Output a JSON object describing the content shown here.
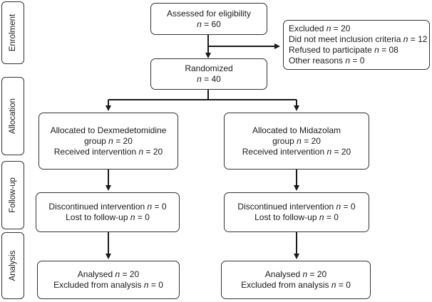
{
  "stages": {
    "enrolment": "Enrolment",
    "allocation": "Allocation",
    "follow_up": "Follow-up",
    "analysis": "Analysis"
  },
  "assessed": {
    "label": "Assessed for eligibility",
    "n_prefix": "n",
    "n_value": "= 60"
  },
  "excluded": {
    "title_label": "Excluded",
    "title_value": "= 20",
    "lines": [
      {
        "label": "Did not meet inclusion criteria",
        "value": "= 12"
      },
      {
        "label": "Refused to participate",
        "value": "= 08"
      },
      {
        "label": "Other reasons",
        "value": "= 0"
      }
    ]
  },
  "randomized": {
    "label": "Randomized",
    "n_value": "= 40"
  },
  "arm_dex": {
    "line1": "Allocated to Dexmedetomidine",
    "line2_label": "group",
    "line2_value": "= 20",
    "line3_label": "Received intervention",
    "line3_value": "= 20",
    "followup_line1_label": "Discontinued intervention",
    "followup_line1_value": "= 0",
    "followup_line2_label": "Lost to follow-up",
    "followup_line2_value": "= 0",
    "analysis_line1_label": "Analysed",
    "analysis_line1_value": "= 20",
    "analysis_line2_label": "Excluded from analysis",
    "analysis_line2_value": "= 0"
  },
  "arm_mid": {
    "line1": "Allocated to Midazolam",
    "line2_label": "group",
    "line2_value": "= 20",
    "line3_label": "Received intervention",
    "line3_value": "= 20",
    "followup_line1_label": "Discontinued intervention",
    "followup_line1_value": "= 0",
    "followup_line2_label": "Lost to follow-up",
    "followup_line2_value": "= 0",
    "analysis_line1_label": "Analysed",
    "analysis_line1_value": "= 20",
    "analysis_line2_label": "Excluded from analysis",
    "analysis_line2_value": "= 0"
  },
  "n_symbol": "n"
}
